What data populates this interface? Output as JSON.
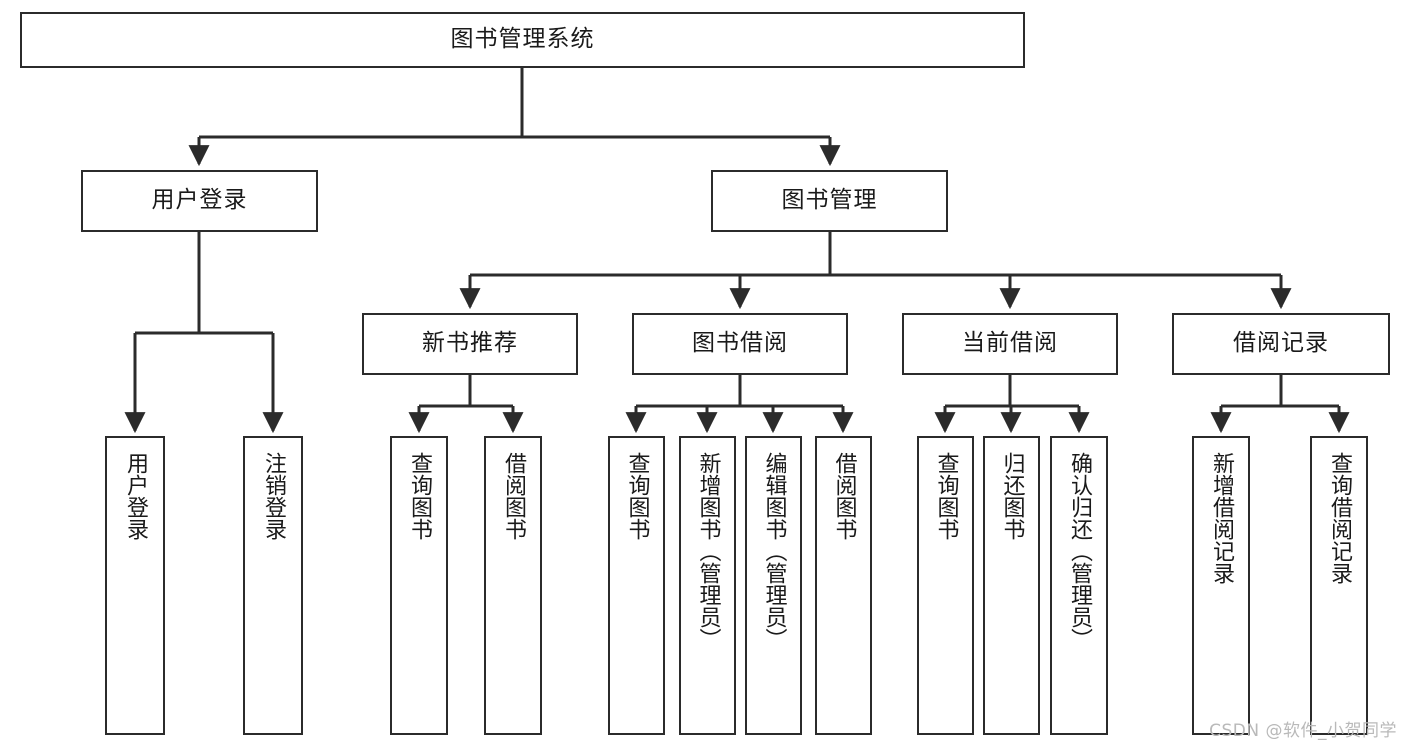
{
  "diagram": {
    "title": "图书管理系统",
    "watermark": "CSDN @软件_小贺同学",
    "line_color": "#2b2b2b",
    "box_fill": "#ffffff",
    "text_color": "#1a1a1a",
    "root": {
      "label": "图书管理系统"
    },
    "level2": [
      {
        "label": "用户登录"
      },
      {
        "label": "图书管理"
      }
    ],
    "level3": [
      {
        "label": "新书推荐"
      },
      {
        "label": "图书借阅"
      },
      {
        "label": "当前借阅"
      },
      {
        "label": "借阅记录"
      }
    ],
    "leaves": {
      "user_login": [
        {
          "label": "用户登录"
        },
        {
          "label": "注销登录"
        }
      ],
      "new_book": [
        {
          "label": "查询图书"
        },
        {
          "label": "借阅图书"
        }
      ],
      "book_borrow": [
        {
          "label": "查询图书"
        },
        {
          "label": "新增图书（管理员）"
        },
        {
          "label": "编辑图书（管理员）"
        },
        {
          "label": "借阅图书"
        }
      ],
      "current_borrow": [
        {
          "label": "查询图书"
        },
        {
          "label": "归还图书"
        },
        {
          "label": "确认归还（管理员）"
        }
      ],
      "borrow_record": [
        {
          "label": "新增借阅记录"
        },
        {
          "label": "查询借阅记录"
        }
      ]
    }
  }
}
